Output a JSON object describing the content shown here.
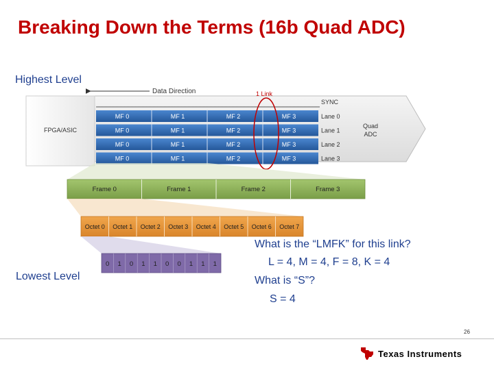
{
  "title": "Breaking Down the Terms (16b Quad ADC)",
  "highest_level": "Highest Level",
  "lowest_level": "Lowest Level",
  "diagram": {
    "data_direction": "Data Direction",
    "one_link": "1 Link",
    "sync": "SYNC",
    "fpga": "FPGA/ASIC",
    "adc_line1": "Quad",
    "adc_line2": "ADC",
    "lanes": [
      "Lane 0",
      "Lane 1",
      "Lane 2",
      "Lane 3"
    ],
    "multiframes": [
      "MF 0",
      "MF 1",
      "MF 2",
      "MF 3"
    ],
    "frames": [
      "Frame 0",
      "Frame 1",
      "Frame 2",
      "Frame 3"
    ],
    "octets": [
      "Octet 0",
      "Octet 1",
      "Octet 2",
      "Octet 3",
      "Octet 4",
      "Octet 5",
      "Octet 6",
      "Octet 7"
    ],
    "bits": [
      "0",
      "1",
      "0",
      "1",
      "1",
      "0",
      "0",
      "1",
      "1",
      "1"
    ]
  },
  "questions": {
    "q1": "What is the “LMFK” for this link?",
    "a1": "L = 4, M = 4, F = 8, K = 4",
    "q2": "What is “S”?",
    "a2": "S = 4"
  },
  "page_number": "26",
  "logo": {
    "text": "Texas Instruments",
    "icon": "texas-state-logo-icon"
  },
  "colors": {
    "title": "#c00000",
    "body_text": "#1f3f8f",
    "lane_blue": "#2e6cb5",
    "frame_green": "#8db05a",
    "octet_orange": "#e39437",
    "bit_purple": "#7f6aa8",
    "link_red": "#c00000"
  }
}
